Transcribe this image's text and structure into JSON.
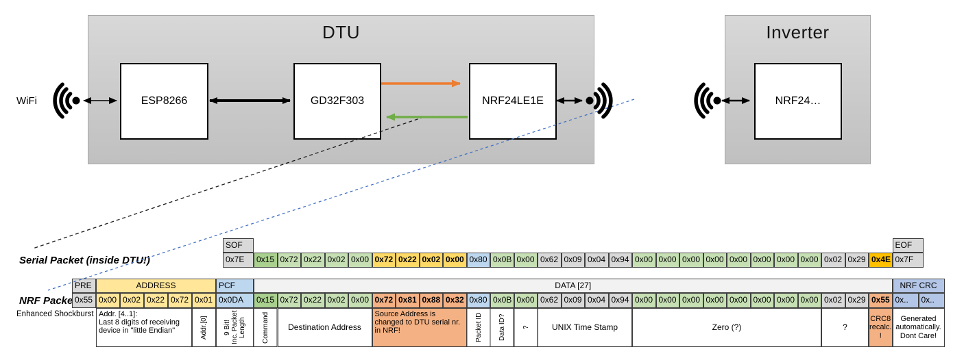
{
  "diagram": {
    "wifi_label": "WiFi",
    "dtu_title": "DTU",
    "inverter_title": "Inverter",
    "chips": {
      "esp": "ESP8266",
      "gd32": "GD32F303",
      "nrf_dtu": "NRF24LE1E",
      "nrf_inv": "NRF24…"
    },
    "icons": {
      "wifi_left": "wifi-signal-icon",
      "wifi_dtu_right": "wifi-signal-icon",
      "wifi_inverter": "wifi-signal-icon"
    }
  },
  "serial_packet": {
    "label": "Serial Packet (inside DTU!)",
    "headers": [
      {
        "label": "SOF",
        "c": "gray",
        "span": 1
      },
      {
        "label": "",
        "c": "none",
        "span": 27
      },
      {
        "label": "EOF",
        "c": "gray",
        "span": 1
      }
    ],
    "cells": [
      {
        "v": "0x7E",
        "c": "gray"
      },
      {
        "v": "0x15",
        "c": "green2"
      },
      {
        "v": "0x72",
        "c": "green1"
      },
      {
        "v": "0x22",
        "c": "green1"
      },
      {
        "v": "0x02",
        "c": "green1"
      },
      {
        "v": "0x00",
        "c": "green1"
      },
      {
        "v": "0x72",
        "c": "gold",
        "b": true
      },
      {
        "v": "0x22",
        "c": "gold",
        "b": true
      },
      {
        "v": "0x02",
        "c": "gold",
        "b": true
      },
      {
        "v": "0x00",
        "c": "gold",
        "b": true
      },
      {
        "v": "0x80",
        "c": "blue"
      },
      {
        "v": "0x0B",
        "c": "green1"
      },
      {
        "v": "0x00",
        "c": "green1"
      },
      {
        "v": "0x62",
        "c": "gray"
      },
      {
        "v": "0x09",
        "c": "gray"
      },
      {
        "v": "0x04",
        "c": "gray"
      },
      {
        "v": "0x94",
        "c": "gray"
      },
      {
        "v": "0x00",
        "c": "green1"
      },
      {
        "v": "0x00",
        "c": "green1"
      },
      {
        "v": "0x00",
        "c": "green1"
      },
      {
        "v": "0x00",
        "c": "green1"
      },
      {
        "v": "0x00",
        "c": "green1"
      },
      {
        "v": "0x00",
        "c": "green1"
      },
      {
        "v": "0x00",
        "c": "green1"
      },
      {
        "v": "0x00",
        "c": "green1"
      },
      {
        "v": "0x02",
        "c": "gray"
      },
      {
        "v": "0x29",
        "c": "gray"
      },
      {
        "v": "0x4E",
        "c": "amber",
        "b": true
      },
      {
        "v": "0x7F",
        "c": "gray"
      }
    ]
  },
  "nrf_packet": {
    "label": "NRF Packet",
    "sublabel": "Enhanced Shockburst",
    "headers": [
      {
        "label": "PRE",
        "c": "gray",
        "span": 1
      },
      {
        "label": "ADDRESS",
        "c": "yellow",
        "span": 5
      },
      {
        "label": "PCF",
        "c": "blue",
        "span": 1
      },
      {
        "label": "DATA [27]",
        "c": "light",
        "span": 27
      },
      {
        "label": "NRF CRC",
        "c": "lav",
        "span": 2
      }
    ],
    "cells": [
      {
        "v": "0x55",
        "c": "gray"
      },
      {
        "v": "0x00",
        "c": "yellow"
      },
      {
        "v": "0x02",
        "c": "yellow"
      },
      {
        "v": "0x22",
        "c": "yellow"
      },
      {
        "v": "0x72",
        "c": "yellow"
      },
      {
        "v": "0x01",
        "c": "yellow"
      },
      {
        "v": "0x0DA",
        "c": "blue"
      },
      {
        "v": "0x15",
        "c": "green2"
      },
      {
        "v": "0x72",
        "c": "green1"
      },
      {
        "v": "0x22",
        "c": "green1"
      },
      {
        "v": "0x02",
        "c": "green1"
      },
      {
        "v": "0x00",
        "c": "green1"
      },
      {
        "v": "0x72",
        "c": "salmon",
        "b": true
      },
      {
        "v": "0x81",
        "c": "salmon",
        "b": true
      },
      {
        "v": "0x88",
        "c": "salmon",
        "b": true
      },
      {
        "v": "0x32",
        "c": "salmon",
        "b": true
      },
      {
        "v": "0x80",
        "c": "blue"
      },
      {
        "v": "0x0B",
        "c": "green1"
      },
      {
        "v": "0x00",
        "c": "green1"
      },
      {
        "v": "0x62",
        "c": "gray"
      },
      {
        "v": "0x09",
        "c": "gray"
      },
      {
        "v": "0x04",
        "c": "gray"
      },
      {
        "v": "0x94",
        "c": "gray"
      },
      {
        "v": "0x00",
        "c": "green1"
      },
      {
        "v": "0x00",
        "c": "green1"
      },
      {
        "v": "0x00",
        "c": "green1"
      },
      {
        "v": "0x00",
        "c": "green1"
      },
      {
        "v": "0x00",
        "c": "green1"
      },
      {
        "v": "0x00",
        "c": "green1"
      },
      {
        "v": "0x00",
        "c": "green1"
      },
      {
        "v": "0x00",
        "c": "green1"
      },
      {
        "v": "0x02",
        "c": "gray"
      },
      {
        "v": "0x29",
        "c": "gray"
      },
      {
        "v": "0x55",
        "c": "salmon",
        "b": true
      },
      {
        "v": "0x..",
        "c": "lav"
      },
      {
        "v": "0x..",
        "c": "lav"
      }
    ],
    "annotations": [
      {
        "text": "Addr. [4..1]:\nLast 8 digits of receiving device in \"little Endian\"",
        "span": 4,
        "align": "left",
        "small": true
      },
      {
        "text": "Addr.[0]",
        "span": 1,
        "rot": true
      },
      {
        "text": "9 Bit!\nInc. Packet Length",
        "span": 1,
        "rot": true
      },
      {
        "text": "Command",
        "span": 1,
        "rot": true
      },
      {
        "text": "Destination Address",
        "span": 4
      },
      {
        "text": "Source Address is changed to DTU serial nr. in NRF!",
        "span": 4,
        "c": "salmon",
        "align": "left",
        "small": true
      },
      {
        "text": "Packet ID",
        "span": 1,
        "rot": true
      },
      {
        "text": "Data ID?",
        "span": 1,
        "rot": true
      },
      {
        "text": "?",
        "span": 1,
        "rot": true
      },
      {
        "text": "UNIX Time Stamp",
        "span": 4
      },
      {
        "text": "Zero (?)",
        "span": 8
      },
      {
        "text": "?",
        "span": 2
      },
      {
        "text": "CRC8\nrecalc.\n!",
        "span": 1,
        "c": "salmon",
        "small": true
      },
      {
        "text": "Generated\nautomatically.\nDont Care!",
        "span": 2,
        "small": true
      }
    ]
  },
  "colors": {
    "green1": "#C6E0B4",
    "green2": "#A9D08E",
    "gold": "#FFD966",
    "amber": "#FFC000",
    "blue": "#BDD7EE",
    "gray": "#D9D9D9",
    "yellow": "#FFE699",
    "salmon": "#F4B183",
    "lav": "#B4C6E7",
    "light": "#F2F2F2",
    "orange_arrow": "#ED7D31",
    "green_arrow": "#70AD47",
    "blue_dash": "#4472C4"
  }
}
